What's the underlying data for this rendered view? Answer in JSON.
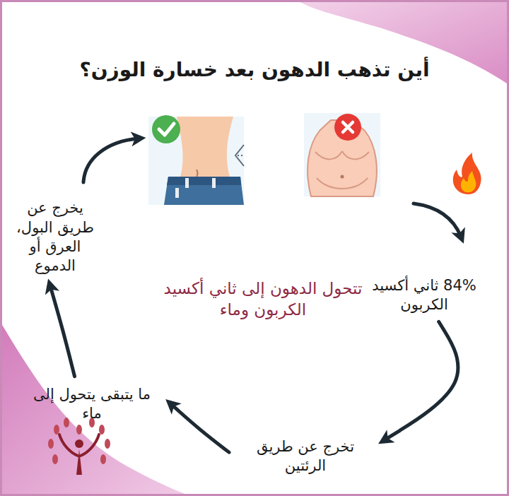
{
  "diagram": {
    "title": "أين تذهب الدهون بعد خسارة الوزن؟",
    "nodes": [
      {
        "text": [
          "84% ثاني أكسيد الكربون"
        ]
      },
      {
        "text": [
          "تخرج عن طريق الرئتين"
        ]
      },
      {
        "text": [
          "ما يتبقى يتحول إلى ماء"
        ]
      },
      {
        "text": [
          "يخرج عن طريق البول، العرق أو الدموع"
        ]
      }
    ],
    "edges": [
      {
        "from": 0,
        "to": 1,
        "arrow": "to"
      },
      {
        "from": 1,
        "to": 2,
        "arrow": "to"
      },
      {
        "from": 2,
        "to": 3,
        "arrow": "to"
      }
    ],
    "labels": [
      "تتحول الدهون إلى ثاني أكسيد الكربون وماء"
    ]
  }
}
